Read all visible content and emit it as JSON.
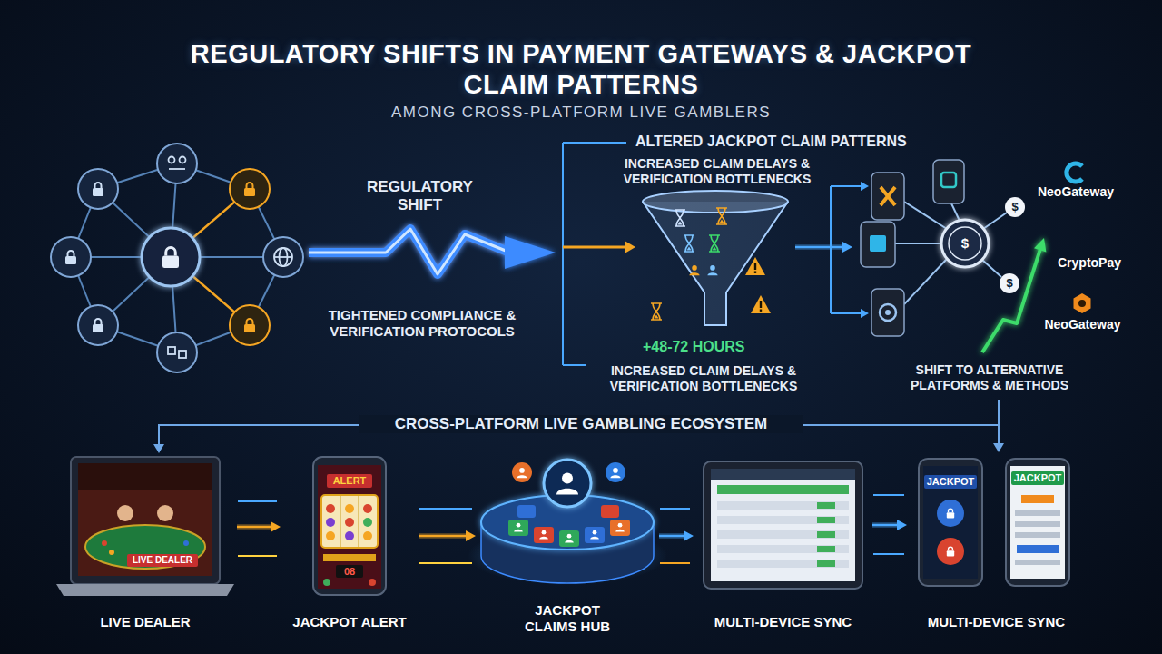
{
  "diagram": {
    "title": "REGULATORY SHIFTS IN PAYMENT GATEWAYS & JACKPOT CLAIM PATTERNS",
    "nodes": [
      {
        "text": [
          "+48-72 HOURS"
        ]
      },
      {
        "text": [
          "SHIFT TO ALTERNATIVE PLATFORMS & METHODS"
        ]
      },
      {
        "text": [
          "NeoGateway"
        ],
        "in": 1
      },
      {
        "text": [
          "CryptoPay"
        ],
        "in": 1
      },
      {
        "text": [
          "NeoGateway"
        ],
        "in": 1
      },
      {
        "text": [
          "LIVE DEALER",
          "LIVE DEALER"
        ]
      },
      {
        "text": [
          "ALERT",
          "08",
          "JACKPOT ALERT"
        ]
      },
      {
        "text": [
          "JACKPOT CLAIMS HUB"
        ]
      },
      {
        "text": [
          "MULTI-DEVICE SYNC"
        ]
      },
      {
        "text": [
          "MULTI-DEVICE SYNC"
        ]
      },
      {
        "text": [
          "JACKPOT"
        ],
        "in": 9
      },
      {
        "text": [
          "JACKPOT"
        ],
        "in": 9
      }
    ],
    "edges": [
      {
        "from": 0,
        "to": 1,
        "arrow": "to"
      },
      {
        "from": 5,
        "to": 6,
        "arrow": "to"
      },
      {
        "from": 6,
        "to": 7,
        "arrow": "to"
      },
      {
        "from": 7,
        "to": 8,
        "arrow": "to"
      },
      {
        "from": 8,
        "to": 9,
        "arrow": "to"
      }
    ],
    "labels": [
      "AMONG CROSS-PLATFORM LIVE GAMBLERS",
      "REGULATORY SHIFT",
      "TIGHTENED COMPLIANCE & VERIFICATION PROTOCOLS",
      "ALTERED JACKPOT CLAIM PATTERNS",
      "INCREASED CLAIM DELAYS & VERIFICATION BOTTLENECKS",
      "INCREASED CLAIM DELAYS & VERIFICATION BOTTLENECKS",
      "$",
      "$",
      "$",
      "CROSS-PLATFORM LIVE GAMBLING ECOSYSTEM"
    ]
  }
}
